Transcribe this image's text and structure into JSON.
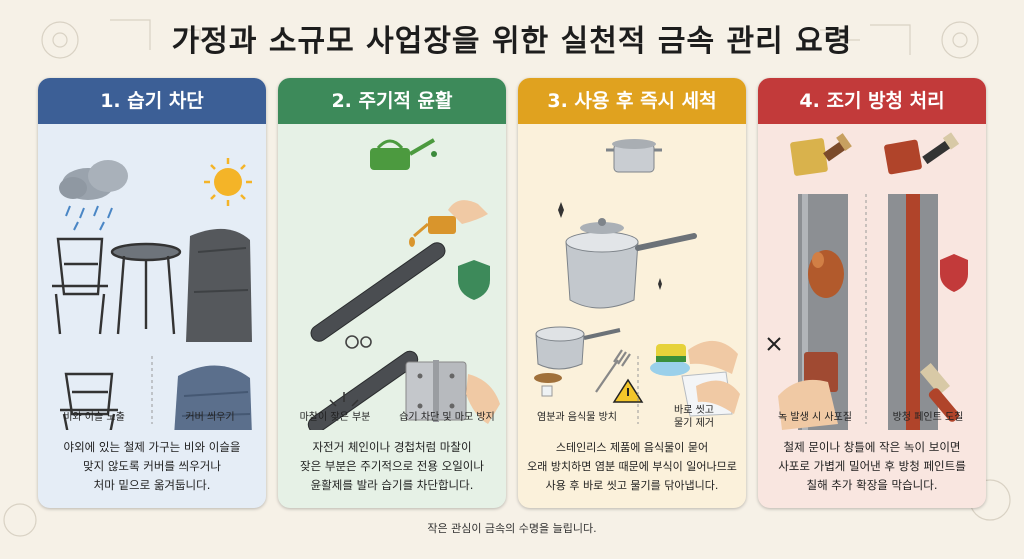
{
  "title": "가정과 소규모 사업장을 위한 실천적 금속 관리 요령",
  "colors": {
    "card1": "#3c5f96",
    "card1_bg": "#e5edf6",
    "card2": "#3d8a5a",
    "card2_bg": "#e6f1e6",
    "card3": "#e0a21f",
    "card3_bg": "#fbf1db",
    "card4": "#c23a3a",
    "card4_bg": "#f9e6e0"
  },
  "cards": [
    {
      "header": "1. 습기 차단",
      "captions": [
        "비와 이슬 노출",
        "커버 씌우기"
      ],
      "description": "야외에 있는 철제 가구는 비와 이슬을\n맞지 않도록 커버를 씌우거나\n처마 밑으로 옮겨둡니다."
    },
    {
      "header": "2. 주기적 윤활",
      "captions": [
        "마찰이 잦은 부분",
        "습기 차단 및 마모 방지"
      ],
      "description": "자전거 체인이나 경첩처럼 마찰이\n잦은 부분은 주기적으로 전용 오일이나\n윤활제를 발라 습기를 차단합니다."
    },
    {
      "header": "3. 사용 후 즉시 세척",
      "captions": [
        "염분과 음식물 방치",
        "바로 씻고\n물기 제거"
      ],
      "description": "스테인리스 제품에 음식물이 묻어\n오래 방치하면 염분 때문에 부식이 일어나므로\n사용 후 바로 씻고 물기를 닦아냅니다."
    },
    {
      "header": "4. 조기 방청 처리",
      "captions": [
        "녹 발생 시 사포질",
        "방청 페인트 도칠"
      ],
      "description": "철제 문이나 창틀에 작은 녹이 보이면\n사포로 가볍게 밀어낸 후 방청 페인트를\n칠해 추가 확장을 막습니다."
    }
  ],
  "footer": "작은 관심이 금속의 수명을 늘립니다."
}
